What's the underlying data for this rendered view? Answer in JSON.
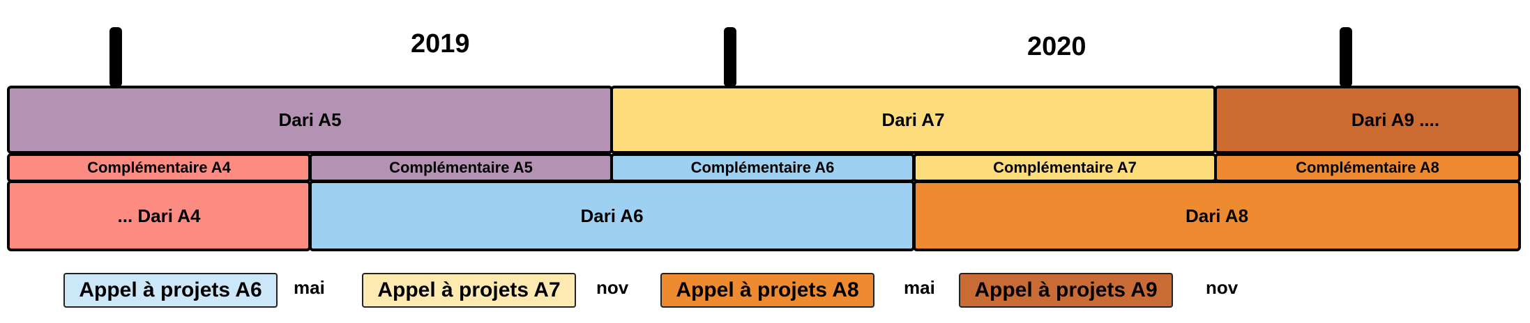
{
  "years": [
    "2019",
    "2020"
  ],
  "row_top": [
    {
      "label": "Dari A5",
      "color": "#B392B3"
    },
    {
      "label": "Dari A7",
      "color": "#FDDC7B"
    },
    {
      "label": "Dari A9 ....",
      "color": "#CC6B2F"
    }
  ],
  "row_middle": [
    {
      "label": "Complémentaire A4",
      "color": "#FC8B82"
    },
    {
      "label": "Complémentaire A5",
      "color": "#B392B3"
    },
    {
      "label": "Complémentaire A6",
      "color": "#9ED0F1"
    },
    {
      "label": "Complémentaire A7",
      "color": "#FDDC7B"
    },
    {
      "label": "Complémentaire A8",
      "color": "#EE8B31"
    }
  ],
  "row_bottom": [
    {
      "label": "... Dari A4",
      "color": "#FC8B82"
    },
    {
      "label": "Dari A6",
      "color": "#9ED0F1"
    },
    {
      "label": "Dari A8",
      "color": "#EE8B31"
    }
  ],
  "calls": [
    {
      "label": "Appel à projets A6",
      "color": "#CBE7F8"
    },
    {
      "label": "Appel à projets A7",
      "color": "#FDEAB0"
    },
    {
      "label": "Appel à projets A8",
      "color": "#EE8B31"
    },
    {
      "label": "Appel à projets A9",
      "color": "#C86B34"
    }
  ],
  "months": [
    "mai",
    "nov",
    "mai",
    "nov"
  ]
}
